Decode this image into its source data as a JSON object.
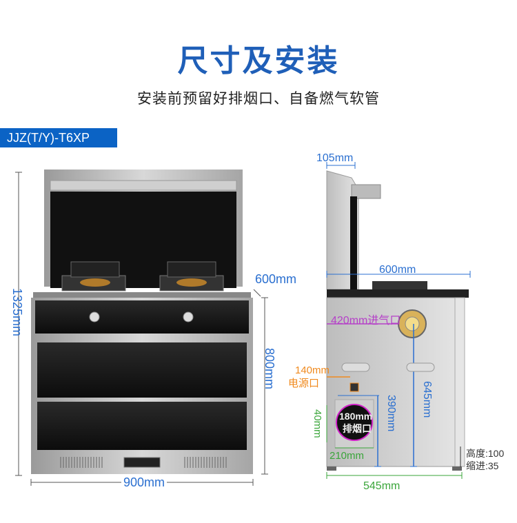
{
  "title": "尺寸及安装",
  "subtitle": "安装前预留好排烟口、自备燃气软管",
  "model": "JJZ(T/Y)-T6XP",
  "front_view": {
    "height_label": "1325mm",
    "depth_label": "600mm",
    "cabinet_height_label": "800mm",
    "width_label": "900mm"
  },
  "side_view": {
    "top_depth_label": "105mm",
    "counter_depth_label": "600mm",
    "gas_inlet_label": "420mm进气口",
    "power_port_label_1": "140mm",
    "power_port_label_2": "电源口",
    "exhaust_label_1": "180mm",
    "exhaust_label_2": "排烟口",
    "h390_label": "390mm",
    "h645_label": "645mm",
    "h40_label": "40mm",
    "w210_label": "210mm",
    "base_width_label": "545mm",
    "foot_height_label": "高度:100",
    "foot_recess_label": "缩进:35"
  },
  "colors": {
    "title_blue": "#1f5fb8",
    "tag_blue": "#0b63c5",
    "dim_blue": "#2a6fd0",
    "gas_purple": "#b540c8",
    "exhaust_magenta": "#d020c8",
    "power_orange": "#f08a1e",
    "green": "#3aa53a"
  }
}
